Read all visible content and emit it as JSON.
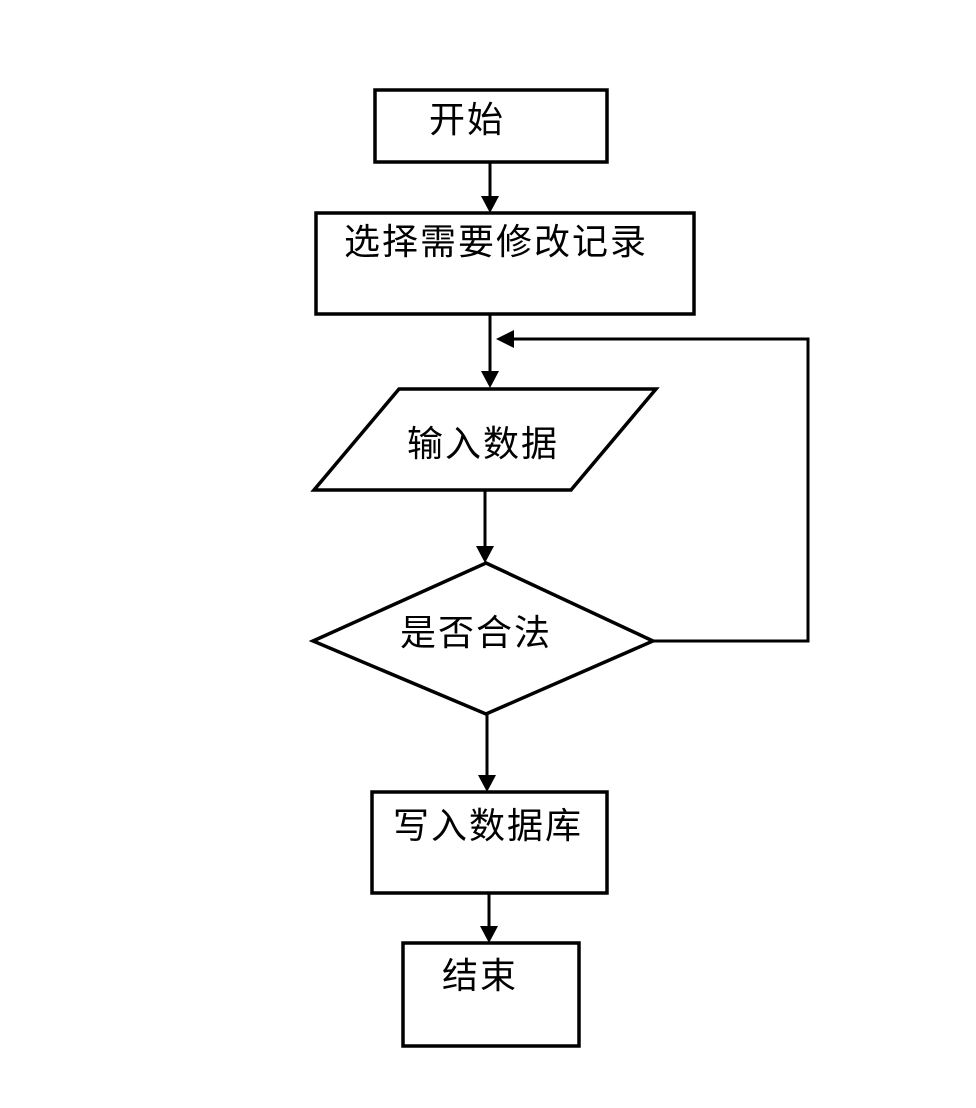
{
  "diagram": {
    "type": "flowchart",
    "background_color": "#ffffff",
    "line_color": "#000000",
    "text_color": "#000000",
    "nodes": [
      {
        "id": "start",
        "shape": "rectangle",
        "label": "开始"
      },
      {
        "id": "select-record",
        "shape": "rectangle",
        "label": "选择需要修改记录"
      },
      {
        "id": "input-data",
        "shape": "parallelogram",
        "label": "输入数据"
      },
      {
        "id": "validate",
        "shape": "diamond",
        "label": "是否合法"
      },
      {
        "id": "write-db",
        "shape": "rectangle",
        "label": "写入数据库"
      },
      {
        "id": "end",
        "shape": "rectangle",
        "label": "结束"
      }
    ],
    "edges": [
      {
        "from": "start",
        "to": "select-record",
        "route": "straight-down"
      },
      {
        "from": "select-record",
        "to": "input-data",
        "route": "straight-down"
      },
      {
        "from": "input-data",
        "to": "validate",
        "route": "straight-down"
      },
      {
        "from": "validate",
        "to": "write-db",
        "route": "straight-down"
      },
      {
        "from": "write-db",
        "to": "end",
        "route": "straight-down"
      },
      {
        "from": "validate",
        "to": "input-data",
        "route": "loop-right-up"
      }
    ]
  }
}
